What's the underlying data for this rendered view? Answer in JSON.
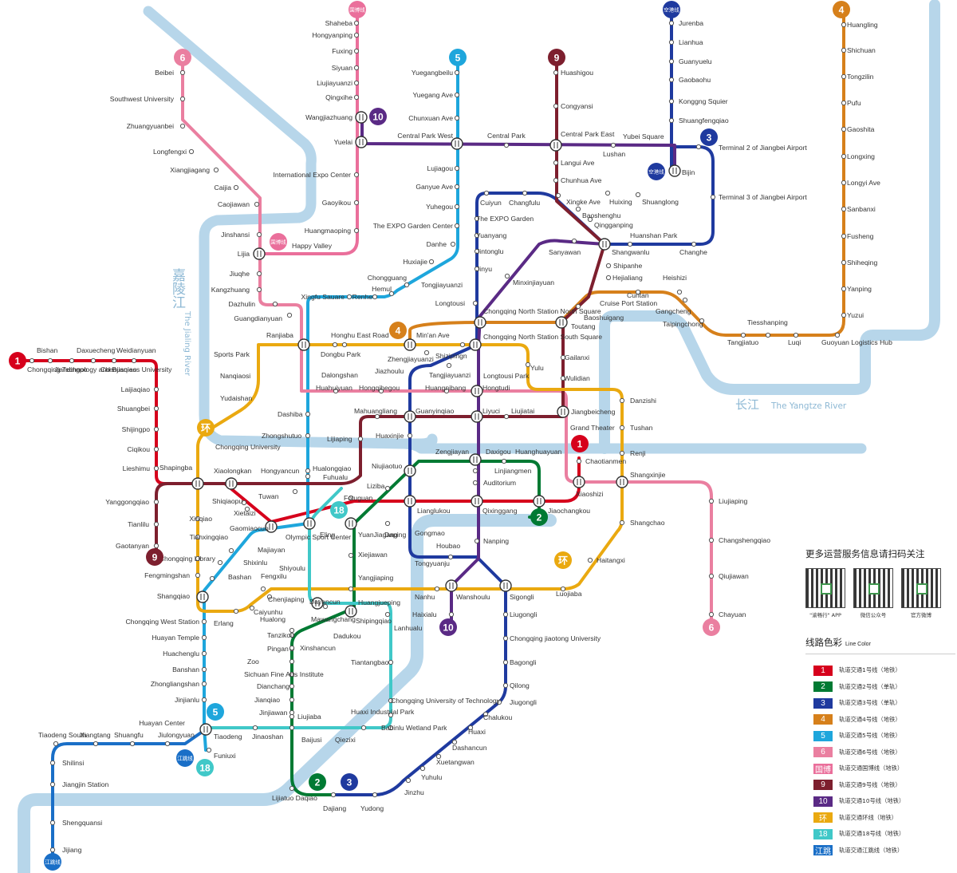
{
  "colors": {
    "river": "#b7d6ea",
    "l1": "#d6001c",
    "l2": "#007a33",
    "l3": "#1f3a9f",
    "l4": "#d6801b",
    "l5": "#1ea6dc",
    "l6": "#ea7fa0",
    "lgb": "#ea6f9b",
    "l9": "#7d1f2e",
    "l10": "#5a2a85",
    "lring": "#eaa910",
    "l18": "#40c8c8",
    "ljt": "#1a6fc7"
  },
  "river_labels": {
    "jialing_cn": "嘉陵江",
    "jialing_en": "The Jialing River",
    "yangtze_cn": "长江",
    "yangtze_en": "The Yangtze River"
  },
  "badges": [
    {
      "text": "1",
      "line": "l1"
    },
    {
      "text": "1",
      "line": "l1"
    },
    {
      "text": "2",
      "line": "l2"
    },
    {
      "text": "2",
      "line": "l2"
    },
    {
      "text": "3",
      "line": "l3"
    },
    {
      "text": "3",
      "line": "l3"
    },
    {
      "text": "4",
      "line": "l4"
    },
    {
      "text": "4",
      "line": "l4"
    },
    {
      "text": "5",
      "line": "l5"
    },
    {
      "text": "5",
      "line": "l5"
    },
    {
      "text": "6",
      "line": "l6"
    },
    {
      "text": "6",
      "line": "l6"
    },
    {
      "text": "9",
      "line": "l9"
    },
    {
      "text": "9",
      "line": "l9"
    },
    {
      "text": "10",
      "line": "l10"
    },
    {
      "text": "10",
      "line": "l10"
    },
    {
      "text": "环",
      "line": "lring"
    },
    {
      "text": "环",
      "line": "lring"
    },
    {
      "text": "18",
      "line": "l18"
    },
    {
      "text": "18",
      "line": "l18"
    },
    {
      "text": "国博线",
      "line": "lgb",
      "small": true
    },
    {
      "text": "国博线",
      "line": "lgb",
      "small": true
    },
    {
      "text": "空港线",
      "line": "l3",
      "small": true
    },
    {
      "text": "空港线",
      "line": "l3",
      "small": true
    },
    {
      "text": "江跳线",
      "line": "ljt",
      "small": true
    },
    {
      "text": "江跳线",
      "line": "ljt",
      "small": true
    }
  ],
  "stations": [
    "Shaheba",
    "Hongyanping",
    "Fuxing",
    "Siyuan",
    "Liujiayuanzi",
    "Qingxihe",
    "Wangjiazhuang",
    "Yuelai",
    "International Expo Center",
    "Gaoyikou",
    "Huangmaoping",
    "Happy Valley",
    "Lijia",
    "Beibei",
    "Southwest University",
    "Zhuangyuanbei",
    "Longfengxi",
    "Xiangjiagang",
    "Caijia",
    "Caojiawan",
    "Jinshansi",
    "Jiuqhe",
    "Kangzhuang",
    "Dazhulin",
    "Guangdianyuan",
    "Yuegangbeilu",
    "Yuegang Ave",
    "Chunxuan Ave",
    "Central Park West",
    "Lujiagou",
    "Ganyue Ave",
    "Yuhegou",
    "The EXPO Garden Center",
    "Danhe",
    "Huxiajie",
    "Chongguang",
    "Hemul",
    "Tongjiayuanzi",
    "Longtousi",
    "Xingfu Sauare",
    "Renhe",
    "Huashigou",
    "Congyansi",
    "Central Park",
    "Central Park East",
    "Yubei Square",
    "Lushan",
    "Langui Ave",
    "Chunhua Ave",
    "Xingke Ave",
    "Huixing",
    "Shuanglong",
    "Baoshenghu",
    "Qingganping",
    "Huanshan Park",
    "Shangwanlu",
    "Changhe",
    "Jurenba",
    "Lianhua",
    "Guanyuelu",
    "Gaobaohu",
    "Konggng Squier",
    "Shuangfengqiao",
    "Bijin",
    "Terminal 2 of Jiangbei Airport",
    "Terminal 3 of Jiangbei Airport",
    "Huangling",
    "Shichuan",
    "Tongzilin",
    "Pufu",
    "Gaoshita",
    "Longxing",
    "Longyi Ave",
    "Sanbanxi",
    "Fusheng",
    "Shiheqing",
    "Yanping",
    "Yuzui",
    "Guoyuan Logistics Hub",
    "Luqi",
    "Tiesshanping",
    "Tangjiatuo",
    "Taipingchong",
    "Gangcheng",
    "Heishizi",
    "Cuntan",
    "Cruise Port Station",
    "Hejialiang",
    "Shipanhe",
    "Sanyawan",
    "Cuiyun",
    "Changfulu",
    "The EXPO Garden",
    "Yuanyang",
    "Jintonglu",
    "Jinyu",
    "Minxinjiayuan",
    "Chongqing North Station North Square",
    "Chongqing North Station South Square",
    "Baoshuigang",
    "Toutang",
    "Min'an Ave",
    "Honghu East Road",
    "Dongbu Park",
    "Ranjiaba",
    "Zhengjiayuanzi",
    "Shizipingn",
    "Jiazhoulu",
    "Tangjiayuanzi",
    "Longtousi Park",
    "Yulu",
    "Gailanxi",
    "Wulidian",
    "Huangnibang",
    "Hongtudi",
    "Dalongshan",
    "Huahuiyuan",
    "Hongqihegou",
    "Sports Park",
    "Nanqiaosi",
    "Yudaishan",
    "Dashiba",
    "Zhongshutuo",
    "Chongqing University",
    "Mahuangliang",
    "Guanyinqiao",
    "Liyuci",
    "Liujiatai",
    "Jiangbeicheng",
    "Grand Theater",
    "Danzishi",
    "Tushan",
    "Renji",
    "Lijiaping",
    "Huaxinjie",
    "Niujiaotuo",
    "Hualongqiao",
    "Fuhualu",
    "Hongyancun",
    "Xiaolongkan",
    "Shapingba",
    "Tuwan",
    "Liziba",
    "Fotuguan",
    "Zengjiayan",
    "Daxigou",
    "Huanghuayuan",
    "Linjiangmen",
    "Auditorium",
    "Chaotianmen",
    "Xiaoshizi",
    "Shangxinjie",
    "Liujiaping",
    "Changshengqiao",
    "Qiujiawan",
    "Chayuan",
    "Jiaochangkou",
    "Qixinggang",
    "Lianglukou",
    "Shangchao",
    "Haitangxi",
    "Luojiaba",
    "Sigongli",
    "Nanping",
    "Houbao",
    "Gongmao",
    "Tongyuanju",
    "Wanshoulu",
    "Nanhu",
    "Haixialu",
    "Lanhualu",
    "Huangjueping",
    "Yangjiaping",
    "Xiejiawan",
    "YuanJiagang",
    "Daping",
    "Eling",
    "Shiyoulu",
    "Olympic Sport Center",
    "Xietaizi",
    "Gaomiaocun",
    "Shiqiaopu",
    "Majiayan",
    "Shixinlu",
    "Bashan",
    "Fengxilu",
    "Chenjiaping",
    "Caiyunhu",
    "Erlang",
    "Hualong",
    "Mawangchang",
    "Dayancun",
    "Shipingqiao",
    "Tanzikou",
    "Pingan",
    "Dadukou",
    "Zoo",
    "Xinshancun",
    "Sichuan Fine Arts Institute",
    "Tiantangbao",
    "Dianchang",
    "Jianqiao",
    "Jinjiawan",
    "Liujiaba",
    "Baijusi",
    "Qiezixi",
    "Babinlu Wetland Park",
    "Huaxi Industrial Park",
    "Chongqing University of Technology",
    "Lijiatuo Daqiao",
    "Dajiang",
    "Yudong",
    "Jinzhu",
    "Yuhulu",
    "Xuetangwan",
    "Dashancun",
    "Huaxi",
    "Chalukou",
    "Jiugongli",
    "Qilong",
    "Bagongli",
    "Chongqing jiaotong University",
    "Liugongli",
    "Chongqing Technology and Busniess University",
    "Bishan",
    "Jiandingpo",
    "Daxuecheng",
    "Chenjiaqiao",
    "Weidianyuan",
    "Laijiaqiao",
    "Shuangbei",
    "Shijingpo",
    "Ciqikou",
    "Lieshimu",
    "Yanggongqiao",
    "Tianlilu",
    "Gaotanyan",
    "Xinqiao",
    "Tianxingqiao",
    "Chongqing Library",
    "Fengmingshan",
    "Shangqiao",
    "Chongqing West Station",
    "Huayan Temple",
    "Huachenglu",
    "Banshan",
    "Zhongliangshan",
    "Jinjianlu",
    "Huayan Center",
    "Tiaodeng",
    "Jinaoshan",
    "Funiuxi",
    "Tiaodeng South",
    "Xiangtang",
    "Shuangfu",
    "Jiulongyuan",
    "Shilinsi",
    "Jiangjin Station",
    "Shengquansi",
    "Jijiang",
    "Dingshang"
  ],
  "legend": {
    "qr_title": "更多运营服务信息请扫码关注",
    "qr_items": [
      "\"渝畅行\" APP",
      "微信公众号",
      "官方微博"
    ],
    "title_cn": "线路色彩",
    "title_en": "Line Color",
    "rows": [
      {
        "code": "1",
        "color": "#d6001c",
        "name": "轨道交通1号线（地铁）"
      },
      {
        "code": "2",
        "color": "#007a33",
        "name": "轨道交通2号线（单轨）"
      },
      {
        "code": "3",
        "color": "#1f3a9f",
        "name": "轨道交通3号线（单轨）"
      },
      {
        "code": "4",
        "color": "#d6801b",
        "name": "轨道交通4号线（地铁）"
      },
      {
        "code": "5",
        "color": "#1ea6dc",
        "name": "轨道交通5号线（地铁）"
      },
      {
        "code": "6",
        "color": "#ea7fa0",
        "name": "轨道交通6号线（地铁）"
      },
      {
        "code": "国博",
        "color": "#ea6f9b",
        "name": "轨道交通国博线（地铁）"
      },
      {
        "code": "9",
        "color": "#7d1f2e",
        "name": "轨道交通9号线（地铁）"
      },
      {
        "code": "10",
        "color": "#5a2a85",
        "name": "轨道交通10号线（地铁）"
      },
      {
        "code": "环",
        "color": "#eaa910",
        "name": "轨道交通环线（地铁）"
      },
      {
        "code": "18",
        "color": "#40c8c8",
        "name": "轨道交通18号线（地铁）"
      },
      {
        "code": "江跳",
        "color": "#1a6fc7",
        "name": "轨道交通江跳线（地铁）"
      }
    ]
  }
}
